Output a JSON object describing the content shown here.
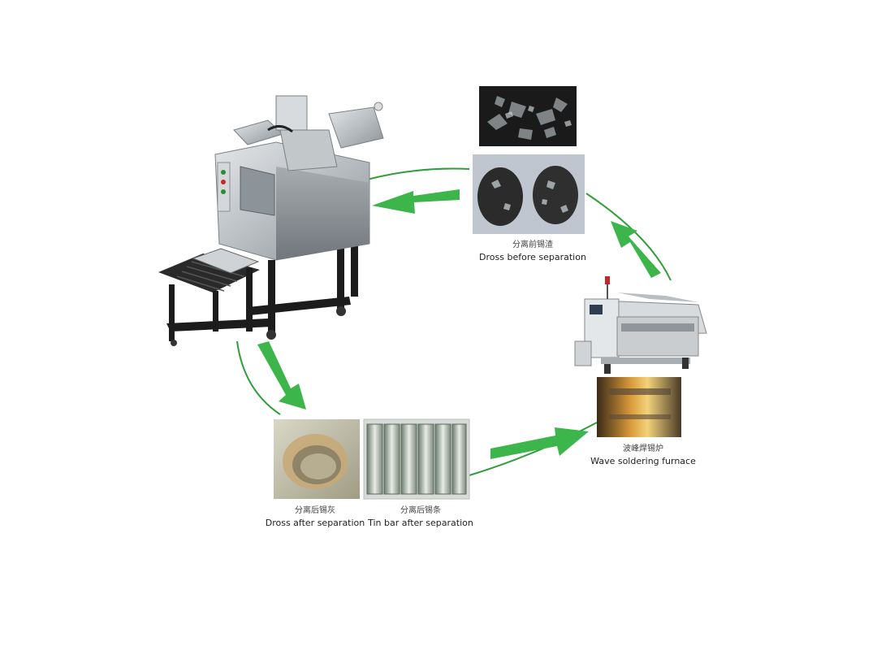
{
  "diagram": {
    "stages": {
      "dross_before": {
        "label_cn": "分离前锡渣",
        "label_en": "Dross before separation"
      },
      "wave_soldering": {
        "label_cn": "波峰焊锡炉",
        "label_en": "Wave soldering furnace"
      },
      "tin_bar_after": {
        "label_cn": "分离后锡条",
        "label_en": "Tin bar after separation"
      },
      "dross_after": {
        "label_cn": "分离后锡灰",
        "label_en": "Dross after separation"
      }
    },
    "colors": {
      "arrow_green": "#3cb64a",
      "arc_green": "#2e9e3a",
      "machine_steel": "#b7bcbf",
      "machine_frame": "#1c1c1c",
      "dross_dark": "#2b2b2b",
      "tin_silver": "#c9ccc7"
    },
    "icons": [
      "separator-machine-image",
      "dross-photo",
      "wave-soldering-machine-image",
      "tin-bar-photo",
      "dross-ash-photo"
    ]
  }
}
